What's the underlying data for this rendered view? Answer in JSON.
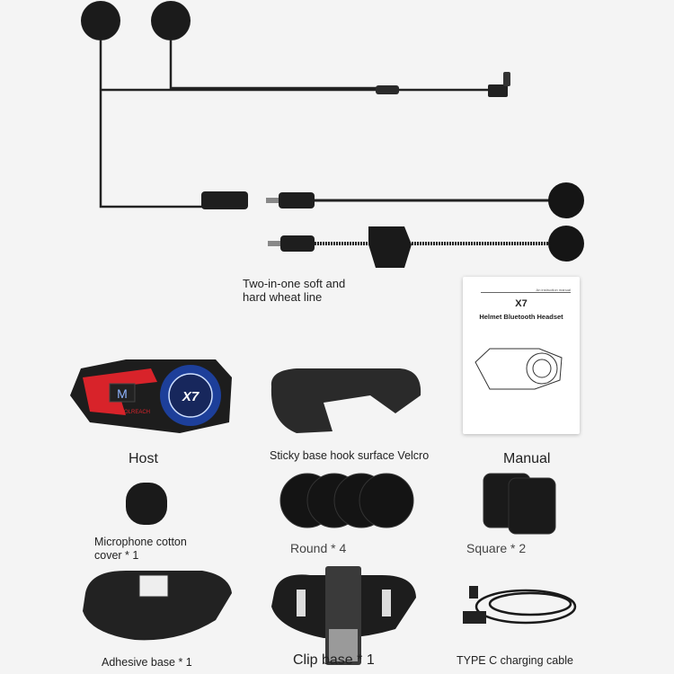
{
  "labels": {
    "wheat_line": [
      "Two-in-one soft and",
      "hard wheat line"
    ],
    "host": "Host",
    "velcro": "Sticky base hook surface Velcro",
    "manual": "Manual",
    "mic_cover": [
      "Microphone cotton",
      "cover * 1"
    ],
    "round": "Round  * 4",
    "square": "Square * 2",
    "adhesive_base": "Adhesive base * 1",
    "clip_base": "Clip base * 1",
    "cable": "TYPE C charging cable"
  },
  "manual_doc": {
    "header": "An instruction manual",
    "model": "X7",
    "subtitle": "Helmet Bluetooth Headset"
  },
  "host_device": {
    "button": "M",
    "brand": "COOLREACH",
    "dial": "X7"
  },
  "colors": {
    "accent_red": "#d8232a",
    "dial_blue": "#1d3f9a",
    "background": "#f4f4f4"
  }
}
